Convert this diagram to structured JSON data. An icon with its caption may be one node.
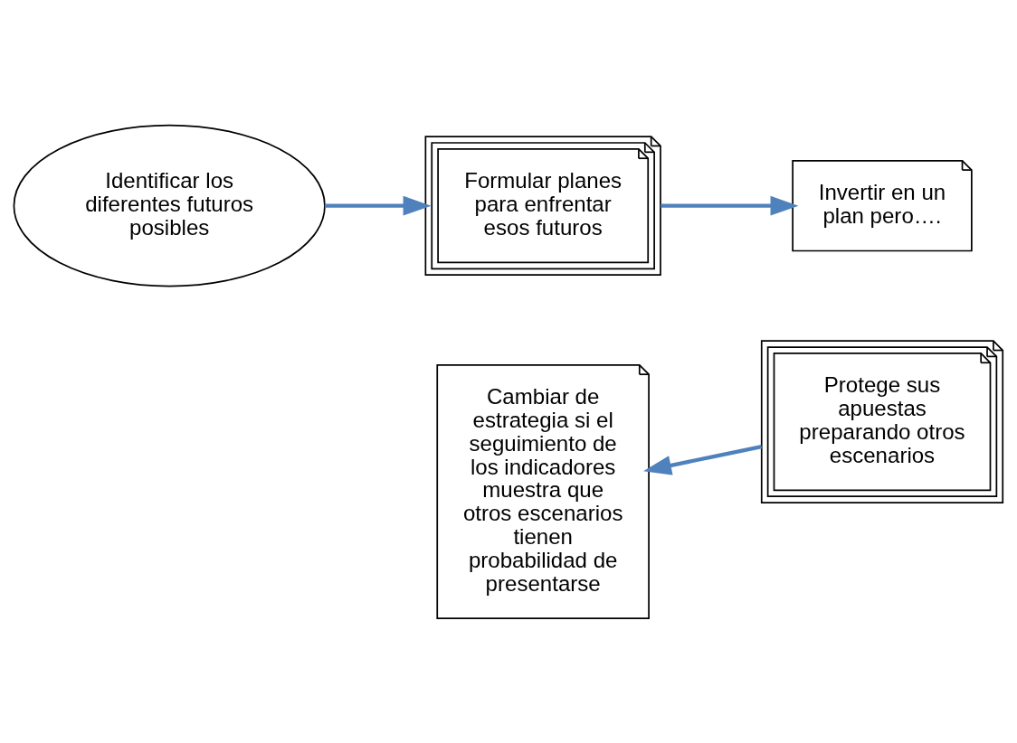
{
  "diagram": {
    "nodes": [
      {
        "text": [
          "Identificar los diferentes futuros posibles"
        ]
      },
      {
        "text": [
          "Formular planes para enfrentar esos futuros"
        ]
      },
      {
        "text": [
          "Invertir en un plan pero…."
        ]
      },
      {
        "text": [
          "Protege sus apuestas preparando otros escenarios"
        ]
      },
      {
        "text": [
          "Cambiar de estrategia si el seguimiento de los indicadores muestra que otros escenarios tienen probabilidad de presentarse"
        ]
      }
    ],
    "edges": [
      {
        "from": 0,
        "to": 1,
        "arrow": "to"
      },
      {
        "from": 1,
        "to": 2,
        "arrow": "to"
      },
      {
        "from": 3,
        "to": 4,
        "arrow": "to"
      }
    ]
  }
}
